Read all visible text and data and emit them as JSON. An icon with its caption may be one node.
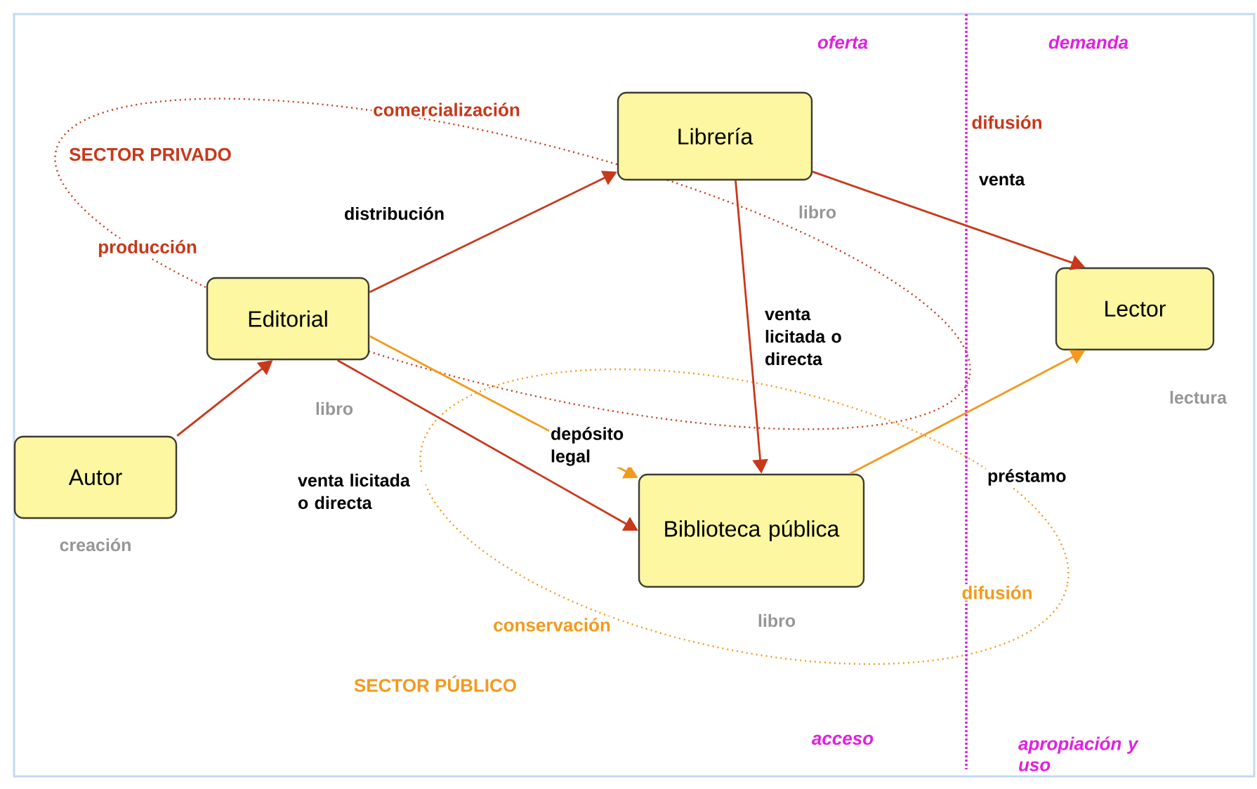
{
  "diagram": {
    "nodes": [
      {
        "text": [
          "Librería"
        ],
        "beside": [
          "libro"
        ]
      },
      {
        "text": [
          "Editorial"
        ],
        "beside": [
          "libro"
        ]
      },
      {
        "text": [
          "Lector"
        ],
        "beside": [
          "lectura"
        ]
      },
      {
        "text": [
          "Autor"
        ],
        "beside": [
          "creación"
        ]
      },
      {
        "text": [
          "Biblioteca pública"
        ],
        "beside": [
          "libro"
        ]
      }
    ],
    "edges": [
      {
        "from": 3,
        "to": 1,
        "arrow": "to"
      },
      {
        "from": 1,
        "to": 0,
        "arrow": "to",
        "label": "distribución"
      },
      {
        "from": 0,
        "to": 2,
        "arrow": "to",
        "label": "venta"
      },
      {
        "from": 0,
        "to": 4,
        "arrow": "to",
        "label": "venta licitada o directa"
      },
      {
        "from": 1,
        "to": 4,
        "arrow": "to",
        "label": "venta licitada o directa"
      },
      {
        "from": 1,
        "to": 4,
        "arrow": "to",
        "label": "depósito legal",
        "color": "#f39a1e"
      },
      {
        "from": 4,
        "to": 2,
        "arrow": "to",
        "label": "préstamo",
        "color": "#f39a1e"
      }
    ],
    "labels": [
      "oferta",
      "demanda",
      "comercialización",
      "difusión",
      "SECTOR PRIVADO",
      "producción",
      "conservación",
      "difusión",
      "SECTOR PÚBLICO",
      "acceso",
      "apropiación y uso"
    ]
  }
}
